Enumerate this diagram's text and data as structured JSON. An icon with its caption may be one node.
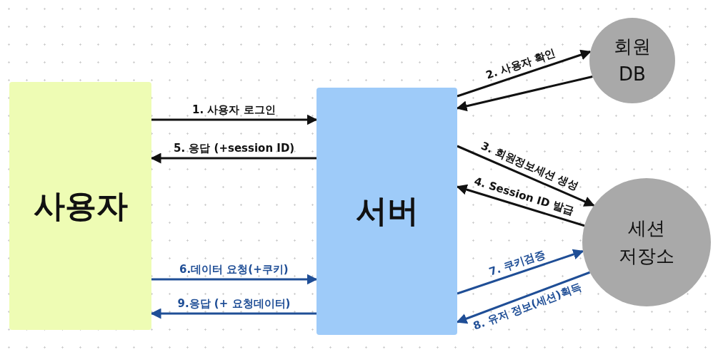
{
  "diagram": {
    "nodes": [
      {
        "text": [
          "사용자"
        ]
      },
      {
        "text": [
          "서버"
        ]
      },
      {
        "text": [
          "회원 DB"
        ]
      },
      {
        "text": [
          "세션 저장소"
        ]
      }
    ],
    "edges": [
      {
        "from": 0,
        "to": 1,
        "arrow": "to",
        "label": "1. 사용자 로그인"
      },
      {
        "from": 1,
        "to": 2,
        "arrow": "to",
        "label": "2. 사용자 확인"
      },
      {
        "from": 2,
        "to": 1,
        "arrow": "to"
      },
      {
        "from": 1,
        "to": 3,
        "arrow": "to",
        "label": "3. 회원정보세션 생성"
      },
      {
        "from": 3,
        "to": 1,
        "arrow": "to",
        "label": "4. Session ID 발급"
      },
      {
        "from": 1,
        "to": 0,
        "arrow": "to",
        "label": "5. 응답 (+session ID)"
      },
      {
        "from": 0,
        "to": 1,
        "arrow": "to",
        "label": "6.데이터 요청(+쿠키)",
        "color": "#1f4e96"
      },
      {
        "from": 1,
        "to": 3,
        "arrow": "to",
        "label": "7. 쿠키검증",
        "color": "#1f4e96"
      },
      {
        "from": 3,
        "to": 1,
        "arrow": "to",
        "label": "8. 유저 정보(세션)획득",
        "color": "#1f4e96"
      },
      {
        "from": 1,
        "to": 0,
        "arrow": "to",
        "label": "9.응답 (+ 요청데이터)",
        "color": "#1f4e96"
      }
    ]
  }
}
